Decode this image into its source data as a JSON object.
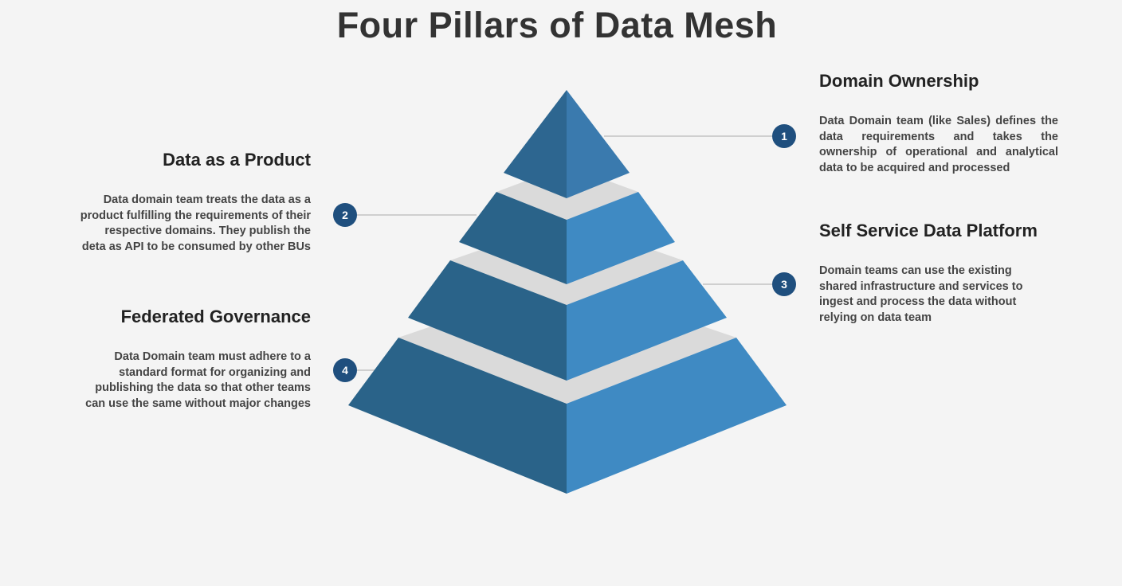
{
  "title": "Four Pillars of Data Mesh",
  "colors": {
    "left_face": "#2a6389",
    "right_face": "#3f8ac3",
    "band": "#dadada",
    "marker": "#1f4f7e",
    "connector": "#cfcfcf"
  },
  "pillars": [
    {
      "number": "1",
      "heading": "Domain Ownership",
      "lines": [
        "Data Domain team (like Sales) defines the",
        "data requirements and takes the",
        "ownership of operational and analytical",
        "data to be acquired and processed"
      ]
    },
    {
      "number": "2",
      "heading": "Data as a Product",
      "lines": [
        "Data domain team treats the data as a",
        "product fulfilling the requirements of their",
        "respective domains. They publish the",
        "deta as API to be consumed by other BUs"
      ]
    },
    {
      "number": "3",
      "heading": "Self Service Data Platform",
      "lines": [
        "Domain teams can use the existing",
        "shared infrastructure and services to",
        "ingest and process the data without",
        "relying on data team"
      ]
    },
    {
      "number": "4",
      "heading": "Federated Governance",
      "lines": [
        "Data Domain team must adhere to a",
        "standard format for organizing and",
        "publishing the data so that other teams",
        "can use the same without major changes"
      ]
    }
  ]
}
